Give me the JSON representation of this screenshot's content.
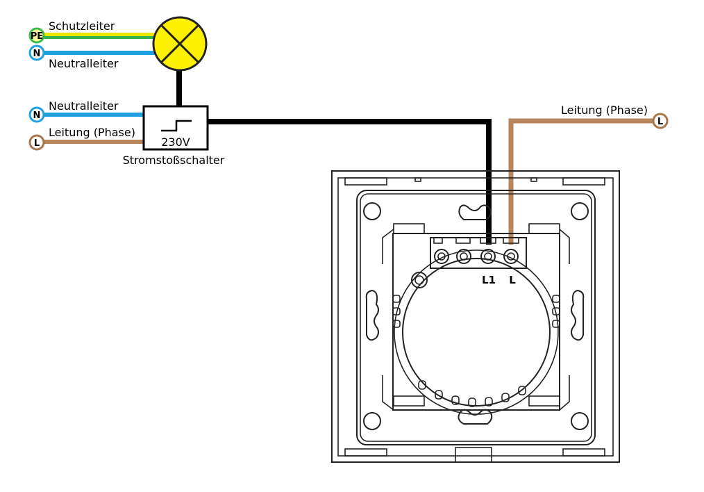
{
  "labels": {
    "protective_earth": "Schutzleiter",
    "neutral_lamp": "Neutralleiter",
    "neutral_relay": "Neutralleiter",
    "phase_relay": "Leitung (Phase)",
    "phase_right": "Leitung (Phase)",
    "relay_name": "Stromstoßschalter",
    "relay_voltage": "230V"
  },
  "terminals": {
    "pe": "PE",
    "n1": "N",
    "n2": "N",
    "l1": "L",
    "l2": "L"
  },
  "switch_terminals": {
    "l1": "L1",
    "l": "L"
  },
  "colors": {
    "earth_green": "#36b14a",
    "earth_yellow": "#e9e600",
    "neutral": "#1fa0e0",
    "phase": "#b8865c",
    "control": "#000000",
    "lamp": "#fff200",
    "pe_ring": "#3dbb4a",
    "n_ring": "#1fa0e0",
    "l_ring": "#a9754a"
  }
}
